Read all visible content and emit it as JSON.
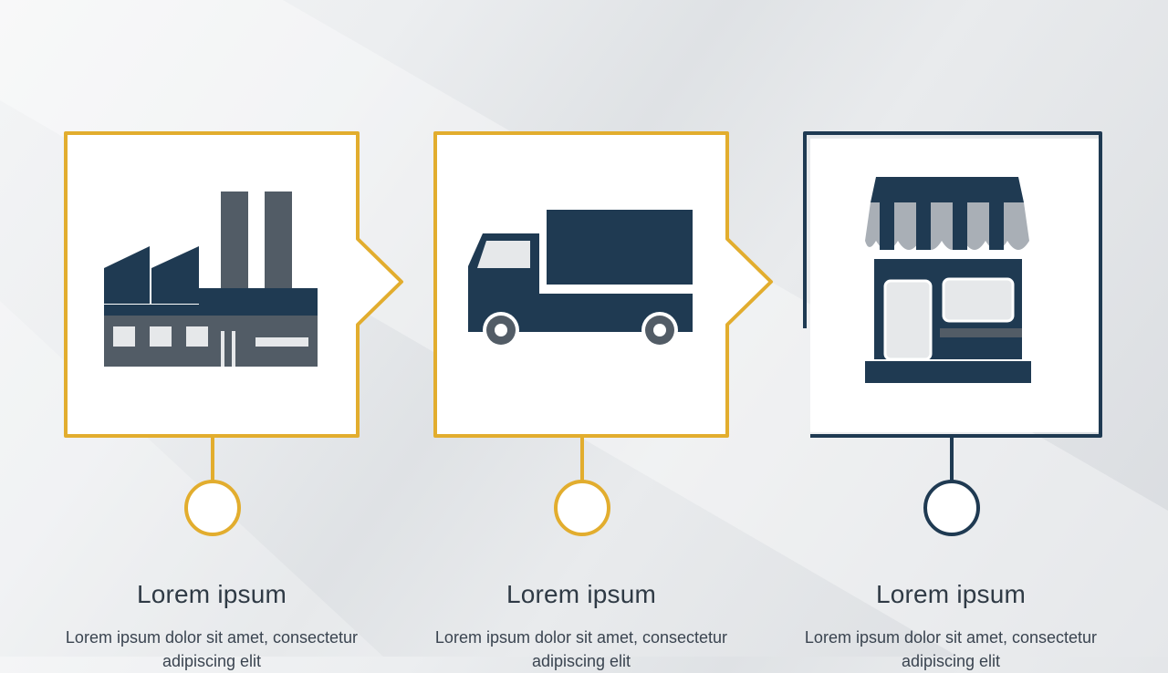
{
  "colors": {
    "accent": "#e2ad2e",
    "dark": "#1f3a52",
    "icon_gray": "#525c66",
    "background": "#e6e8ea"
  },
  "steps": [
    {
      "icon": "factory-icon",
      "title": "Lorem ipsum",
      "text": "Lorem ipsum dolor sit amet, consectetur adipiscing elit"
    },
    {
      "icon": "truck-icon",
      "title": "Lorem ipsum",
      "text": "Lorem ipsum dolor sit amet, consectetur adipiscing elit"
    },
    {
      "icon": "store-icon",
      "title": "Lorem ipsum",
      "text": "Lorem ipsum dolor sit amet, consectetur adipiscing elit"
    }
  ]
}
